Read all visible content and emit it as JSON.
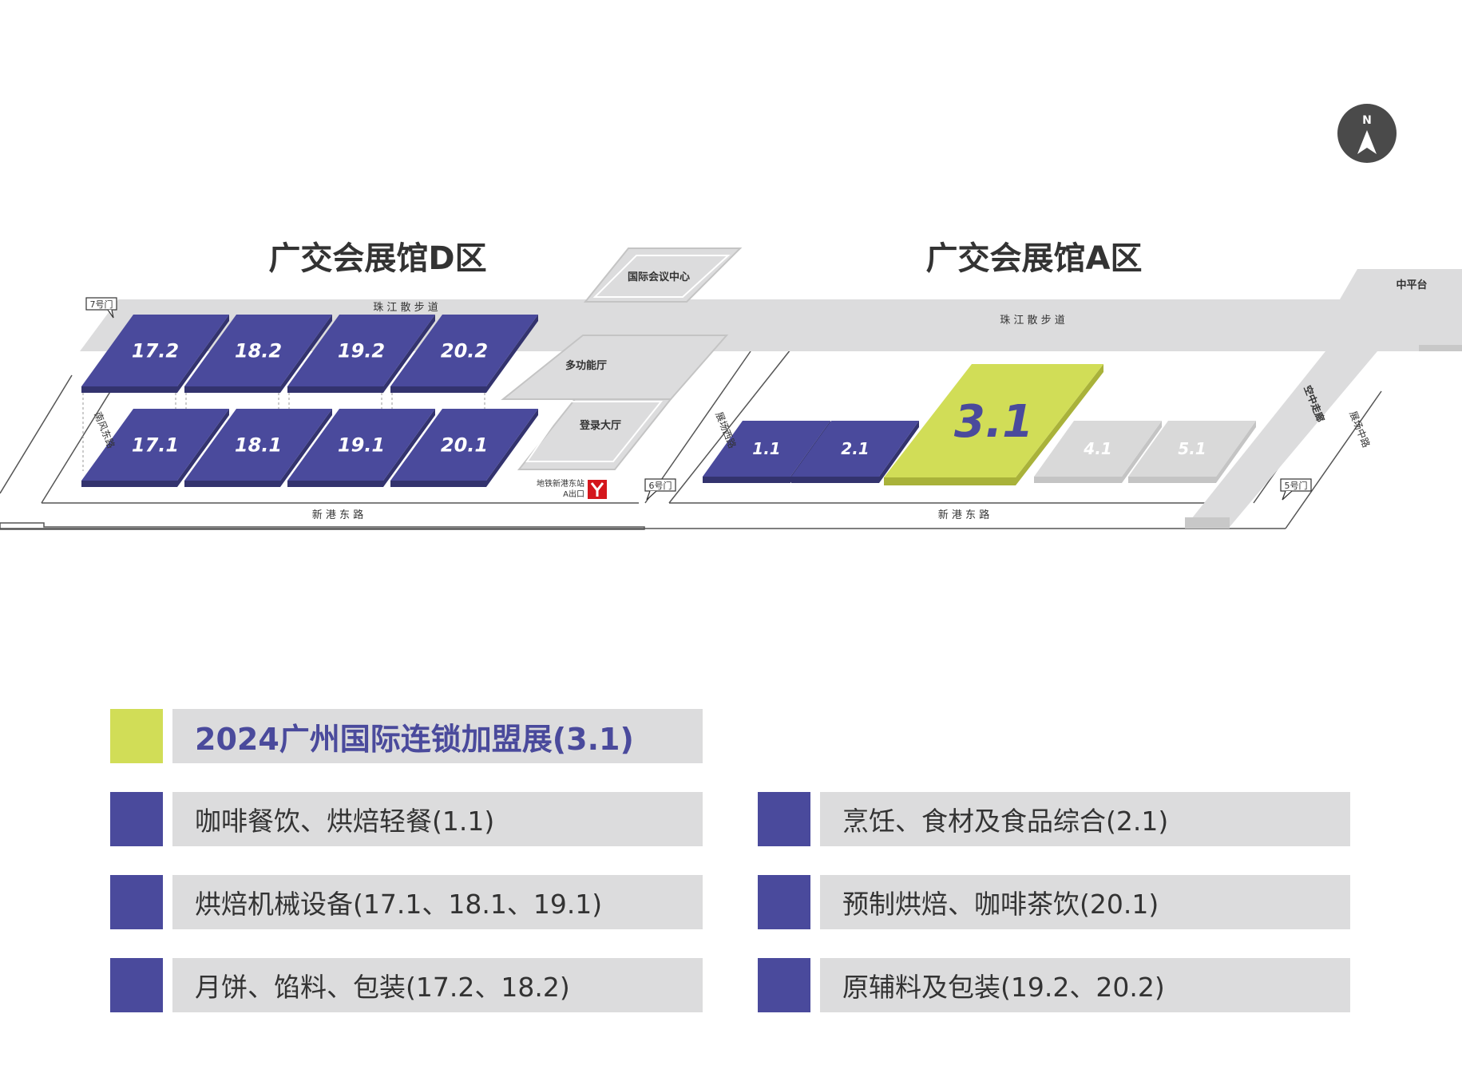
{
  "colors": {
    "hall_blue": "#4a4a9c",
    "hall_highlight": "#d1dd57",
    "hall_gray": "#d9d9d9",
    "road_gray": "#dcdcdd",
    "compass_bg": "#4a4a4a"
  },
  "compass": {
    "label": "N",
    "icon": "north-arrow-icon"
  },
  "zones": {
    "d_title": "广交会展馆D区",
    "a_title": "广交会展馆A区"
  },
  "map": {
    "halls_d": [
      {
        "label": "17.2"
      },
      {
        "label": "18.2"
      },
      {
        "label": "19.2"
      },
      {
        "label": "20.2"
      },
      {
        "label": "17.1"
      },
      {
        "label": "18.1"
      },
      {
        "label": "19.1"
      },
      {
        "label": "20.1"
      }
    ],
    "halls_a": [
      {
        "label": "1.1"
      },
      {
        "label": "2.1"
      },
      {
        "label": "3.1"
      },
      {
        "label": "4.1"
      },
      {
        "label": "5.1"
      }
    ],
    "buildings": {
      "conference": "国际会议中心",
      "multi_hall": "多功能厅",
      "registration": "登录大厅",
      "zhongpingtai": "中平台"
    },
    "roads": {
      "promenade_d": "珠 江 散 步 道",
      "promenade_a": "珠 江 散 步 道",
      "xingang_d": "新 港 东 路",
      "xingang_a": "新 港 东 路",
      "nanfeng": "南风东路",
      "west": "展场西路",
      "middle": "展场中路",
      "corridor": "空中走廊"
    },
    "gates": {
      "gate7": "7号门",
      "gate6": "6号门",
      "gate5": "5号门"
    },
    "metro": {
      "line1": "地铁新港东站",
      "line2": "A出口"
    }
  },
  "legend": {
    "featured": "2024广州国际连锁加盟展(3.1)",
    "items": [
      {
        "label": "咖啡餐饮、烘焙轻餐(1.1)"
      },
      {
        "label": "烹饪、食材及食品综合(2.1)"
      },
      {
        "label": "烘焙机械设备(17.1、18.1、19.1)"
      },
      {
        "label": "预制烘焙、咖啡茶饮(20.1)"
      },
      {
        "label": "月饼、馅料、包装(17.2、18.2)"
      },
      {
        "label": "原辅料及包装(19.2、20.2)"
      }
    ]
  }
}
